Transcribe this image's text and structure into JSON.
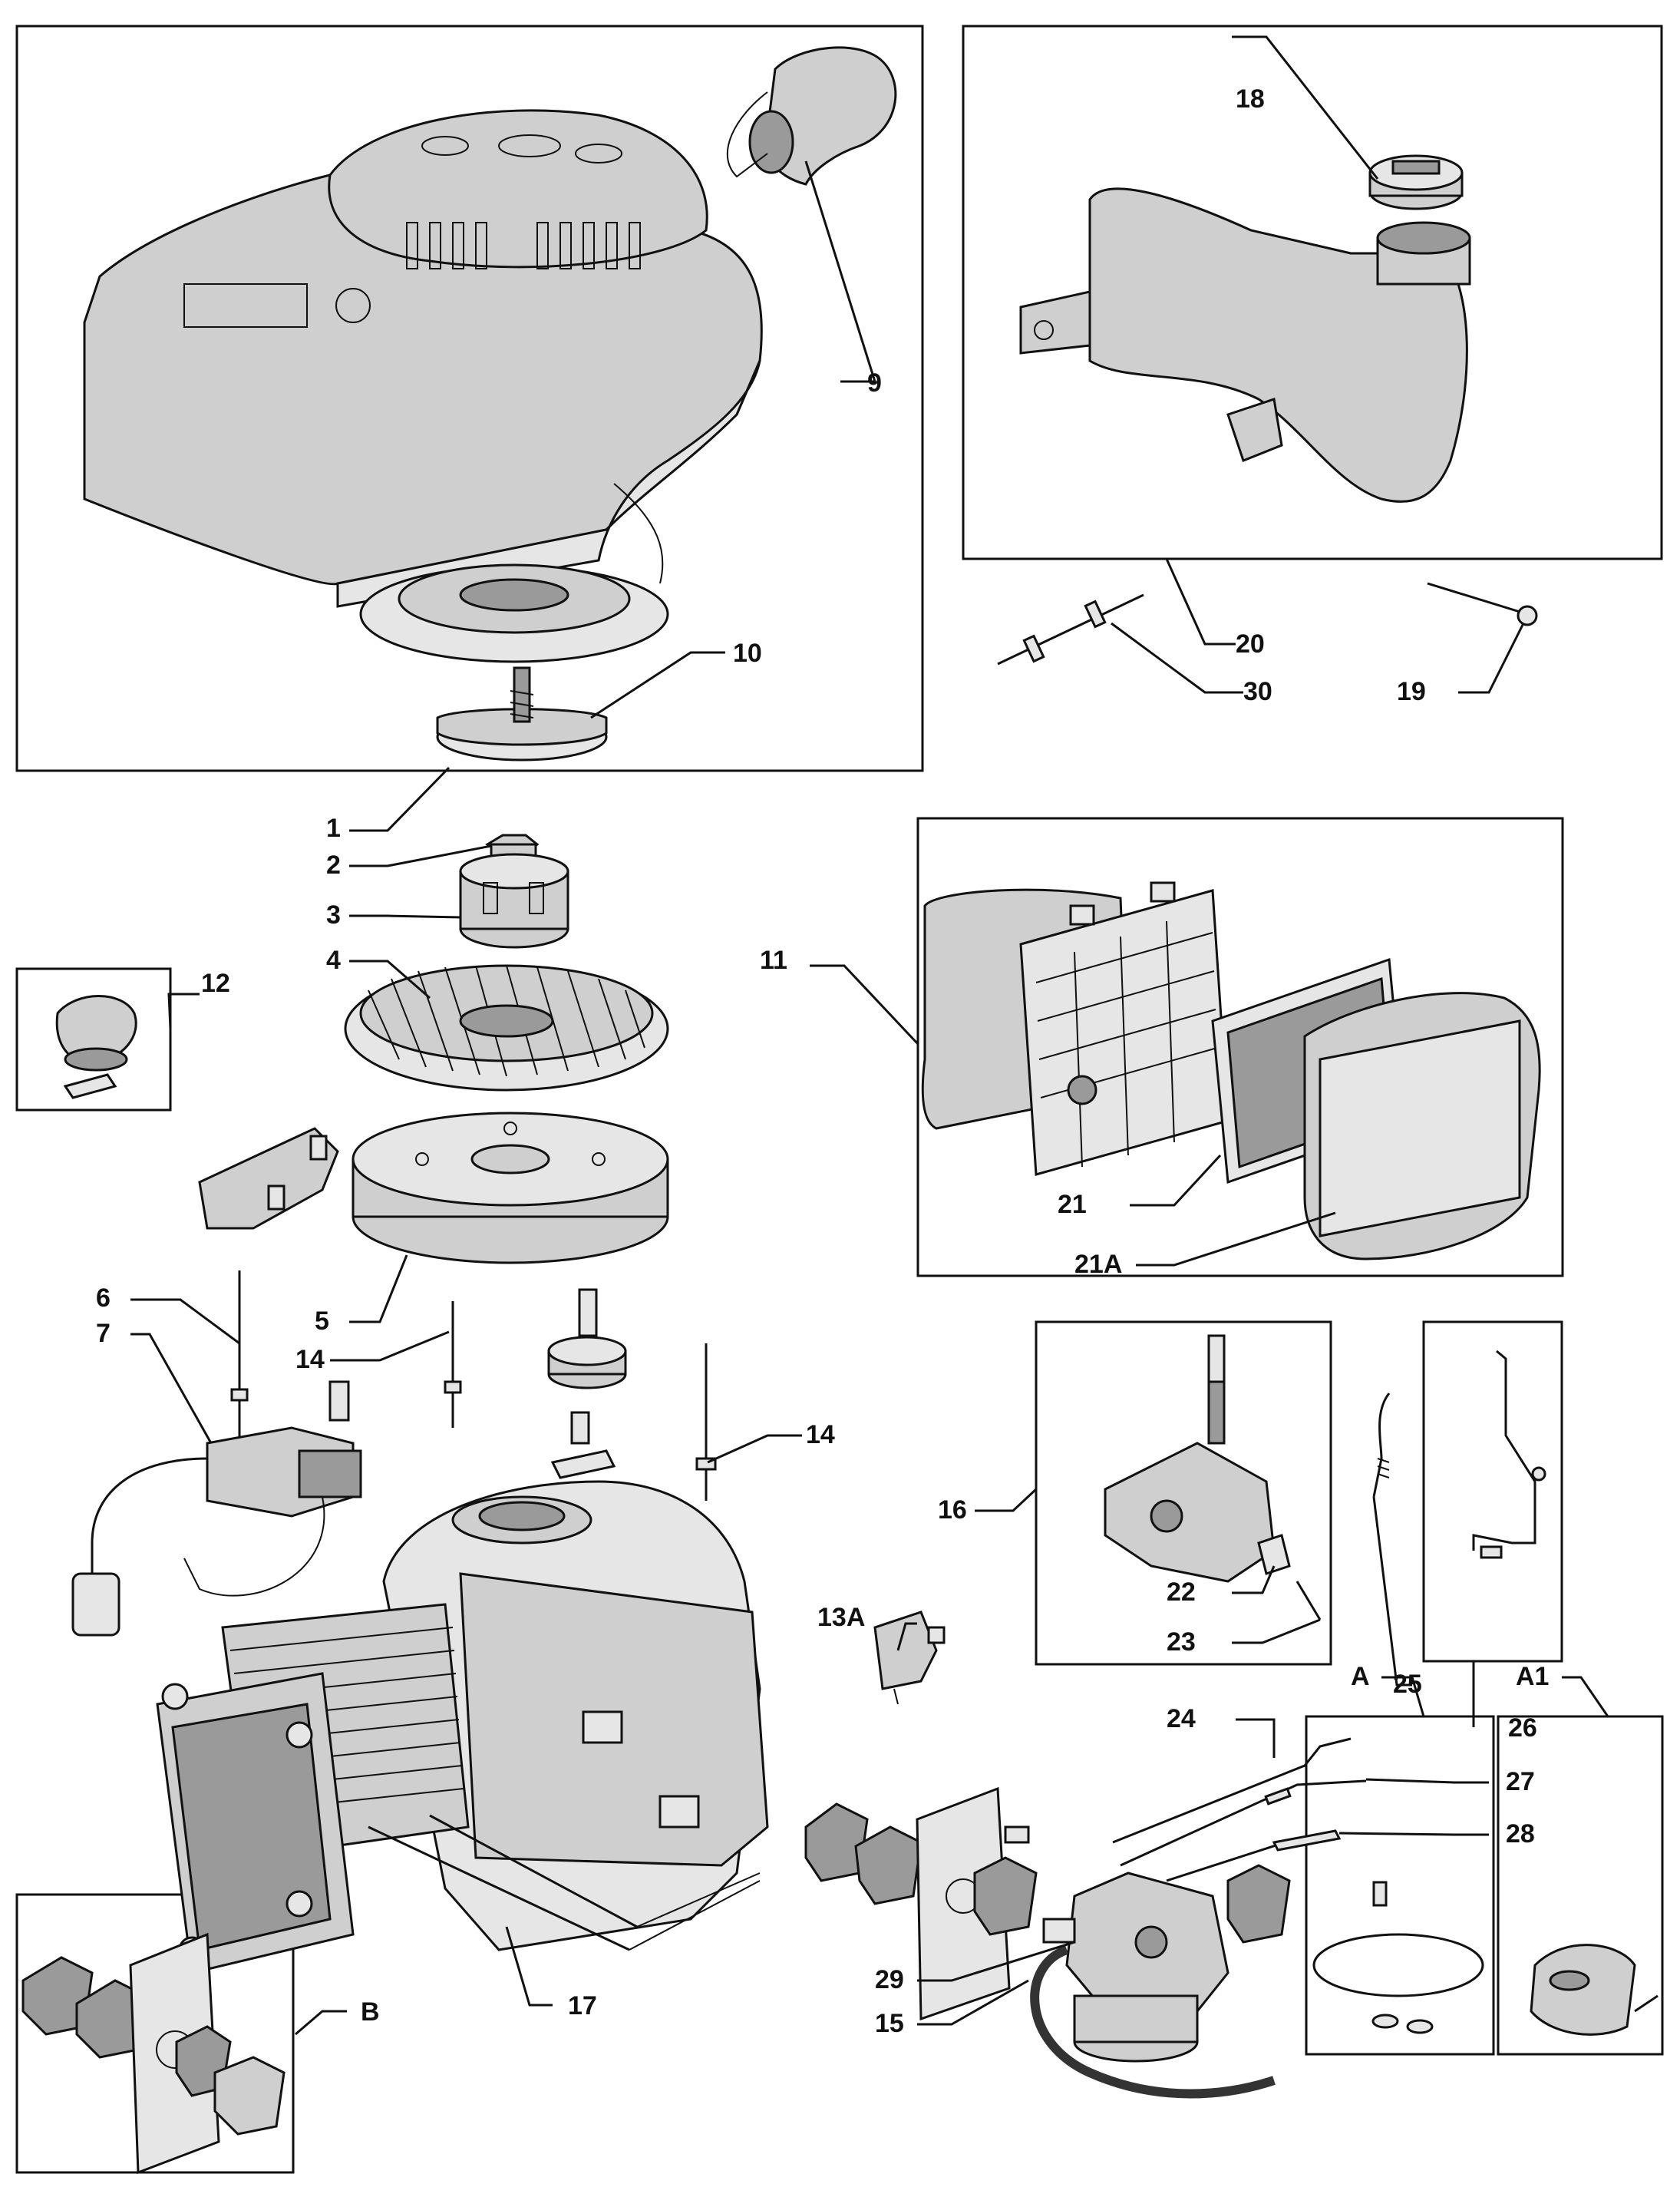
{
  "labels": {
    "l1": "1",
    "l2": "2",
    "l3": "3",
    "l4": "4",
    "l5": "5",
    "l6": "6",
    "l7": "7",
    "l9": "9",
    "l10": "10",
    "l11": "11",
    "l12": "12",
    "l13a": "13A",
    "l14a": "14",
    "l14b": "14",
    "l15": "15",
    "l16": "16",
    "l17": "17",
    "l18": "18",
    "l19": "19",
    "l20": "20",
    "l21": "21",
    "l21a": "21A",
    "l22": "22",
    "l23": "23",
    "l24": "24",
    "l25": "25",
    "l26": "26",
    "l27": "27",
    "l28": "28",
    "l29": "29",
    "l30": "30",
    "la": "A",
    "la1": "A1",
    "lb": "B"
  },
  "colors": {
    "line": "#111111",
    "part_fill": "#cfcfcf",
    "part_light": "#e6e6e6",
    "part_dark": "#9a9a9a",
    "background": "#ffffff"
  }
}
